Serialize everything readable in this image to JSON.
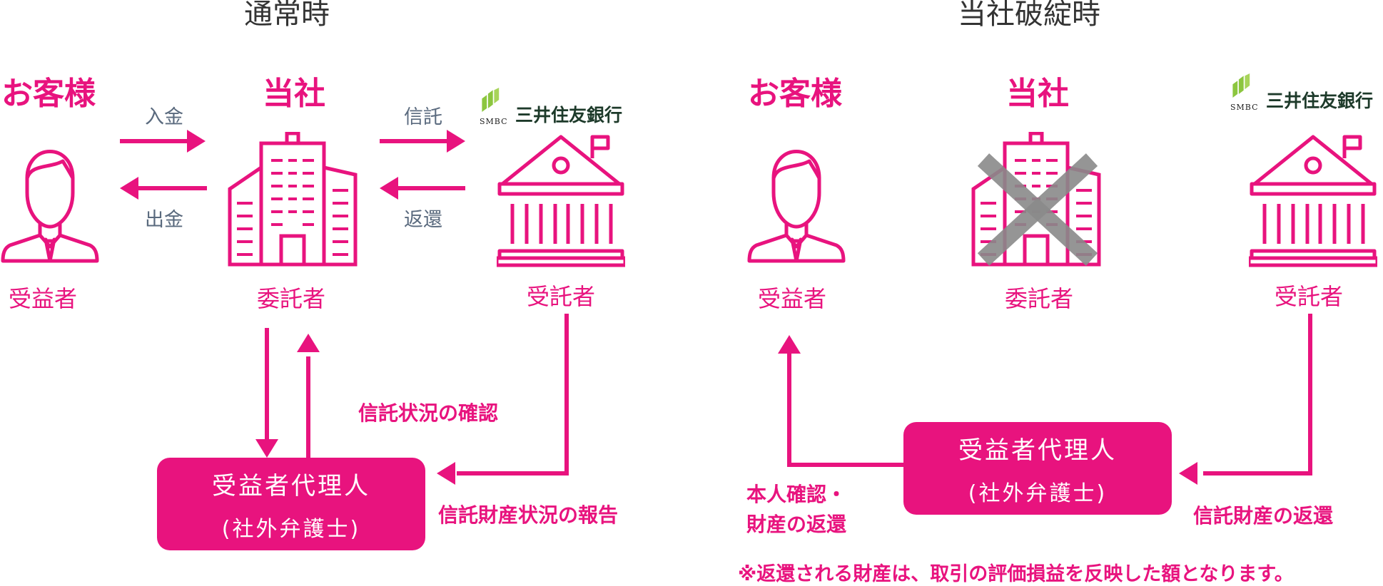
{
  "normal": {
    "title": "通常時",
    "customer": {
      "label": "お客様",
      "role": "受益者"
    },
    "company": {
      "label": "当社",
      "role": "委託者"
    },
    "bank": {
      "name": "三井住友銀行",
      "logo_text": "SMBC",
      "role": "受託者"
    },
    "arrows": {
      "deposit": "入金",
      "withdraw": "出金",
      "trust": "信託",
      "return": "返還"
    },
    "agent": {
      "line1": "受益者代理人",
      "line2": "(社外弁護士)"
    },
    "confirm_label": "信託状況の確認",
    "report_label": "信託財産状況の報告"
  },
  "bankrupt": {
    "title": "当社破綻時",
    "customer": {
      "label": "お客様",
      "role": "受益者"
    },
    "company": {
      "label": "当社",
      "role": "委託者"
    },
    "bank": {
      "name": "三井住友銀行",
      "logo_text": "SMBC",
      "role": "受託者"
    },
    "agent": {
      "line1": "受益者代理人",
      "line2": "(社外弁護士)"
    },
    "identity_label_1": "本人確認・",
    "identity_label_2": "財産の返還",
    "trust_return_label": "信託財産の返還",
    "footnote": "※返還される財産は、取引の評価損益を反映した額となります。"
  },
  "colors": {
    "accent": "#e8137e",
    "arrow_text": "#5a6a7e",
    "cross": "#8a8a8a",
    "logo_green": "#8cc63f"
  }
}
